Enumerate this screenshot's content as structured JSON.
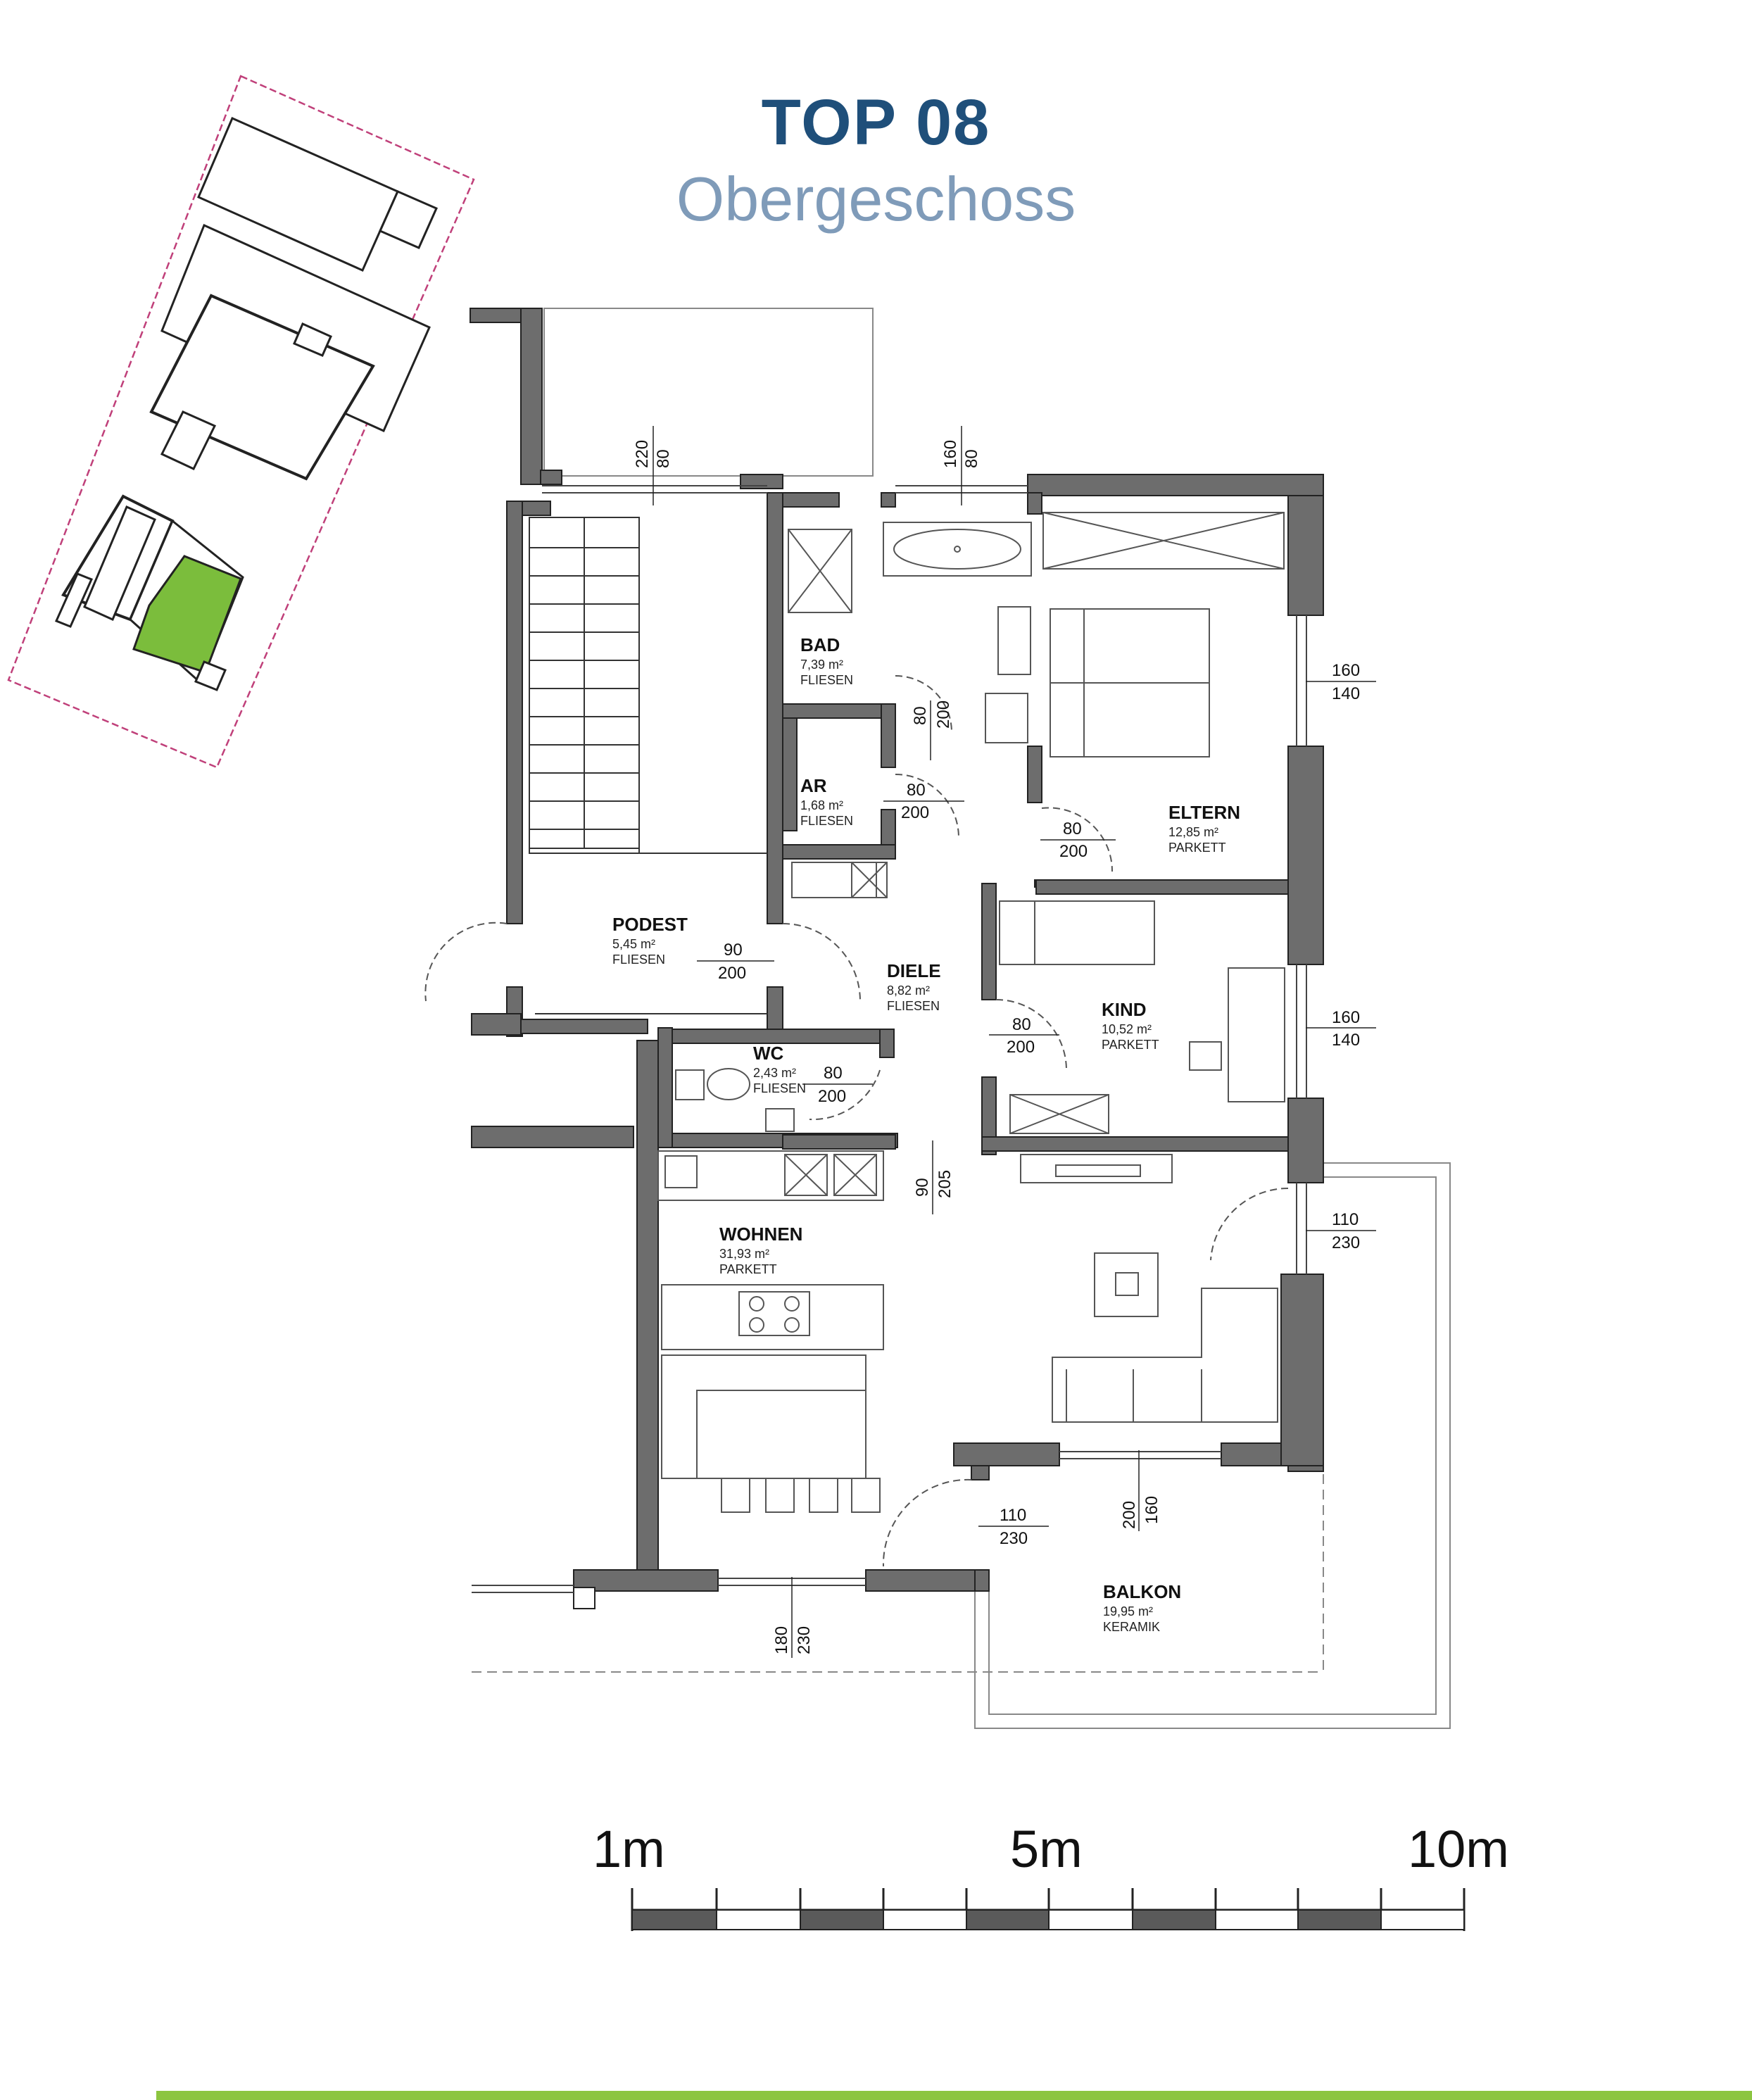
{
  "title": "TOP 08",
  "subtitle": "Obergeschoss",
  "colors": {
    "title": "#1f4f7a",
    "subtitle": "#7f9bb9",
    "highlight": "#7bbd3c",
    "wall": "#6d6d6d",
    "bar": "#8cc540",
    "site_border": "#c0407a"
  },
  "rooms": [
    {
      "name": "BAD",
      "area": "7,39 m²",
      "floor": "FLIESEN"
    },
    {
      "name": "AR",
      "area": "1,68 m²",
      "floor": "FLIESEN"
    },
    {
      "name": "ELTERN",
      "area": "12,85 m²",
      "floor": "PARKETT"
    },
    {
      "name": "PODEST",
      "area": "5,45 m²",
      "floor": "FLIESEN"
    },
    {
      "name": "DIELE",
      "area": "8,82 m²",
      "floor": "FLIESEN"
    },
    {
      "name": "KIND",
      "area": "10,52 m²",
      "floor": "PARKETT"
    },
    {
      "name": "WC",
      "area": "2,43 m²",
      "floor": "FLIESEN"
    },
    {
      "name": "WOHNEN",
      "area": "31,93 m²",
      "floor": "PARKETT"
    },
    {
      "name": "BALKON",
      "area": "19,95 m²",
      "floor": "KERAMIK"
    }
  ],
  "dims": {
    "top_left": [
      "220",
      "80"
    ],
    "top_mid": [
      "160",
      "80"
    ],
    "bad_door": [
      "80",
      "200"
    ],
    "ar_door": [
      "80",
      "200"
    ],
    "eltern_door": [
      "80",
      "200"
    ],
    "eltern_window": [
      "160",
      "140"
    ],
    "podest_door": [
      "90",
      "200"
    ],
    "kind_door": [
      "80",
      "200"
    ],
    "kind_window": [
      "160",
      "140"
    ],
    "wc_door": [
      "80",
      "200"
    ],
    "diele_opening": [
      "90",
      "205"
    ],
    "wohnen_door_right": [
      "110",
      "230"
    ],
    "balkon_door": [
      "110",
      "230"
    ],
    "balkon_window": [
      "200",
      "160"
    ],
    "bottom_window": [
      "180",
      "230"
    ]
  },
  "scale": {
    "labels": [
      "1m",
      "5m",
      "10m"
    ]
  }
}
